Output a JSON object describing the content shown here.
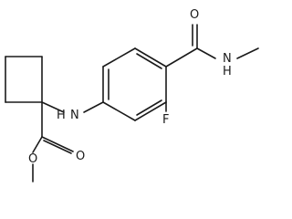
{
  "molecule": {
    "atom_labels": {
      "amide_oxygen": "O",
      "amide_nitrogen": "N",
      "amide_nitrogen_h": "H",
      "amine_nitrogen": "N",
      "amine_nitrogen_h": "H",
      "fluorine": "F",
      "ester_carbonyl_oxygen": "O",
      "ester_oxygen": "O"
    }
  }
}
